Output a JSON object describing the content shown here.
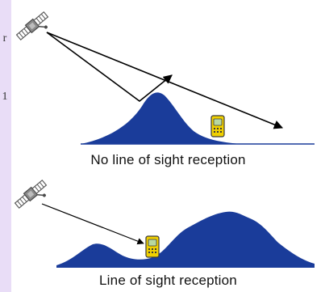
{
  "captions": {
    "top": "No line of sight reception",
    "bottom": "Line of sight reception"
  },
  "left_margin_marks": [
    "r",
    "1"
  ],
  "colors": {
    "page_background": "#e9ddf7",
    "panel_background": "#ffffff",
    "terrain": "#1a3c9a",
    "receiver_body": "#f0d000",
    "receiver_screen": "#b8d8a0",
    "satellite": "#6f6f6f",
    "signal_line": "#000000"
  },
  "icons": [
    "satellite-icon",
    "gps-receiver-icon",
    "mountain-terrain"
  ]
}
